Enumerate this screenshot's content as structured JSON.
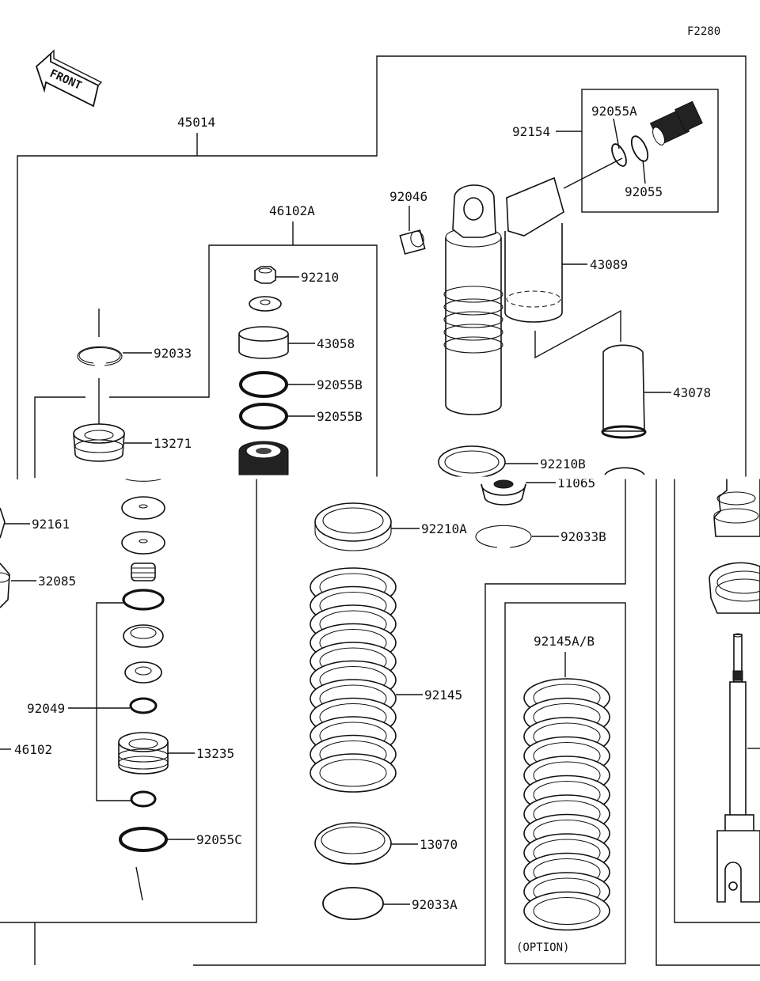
{
  "figure_code": "F2280",
  "front_label": "FRONT",
  "option_label": "(OPTION)",
  "parts": [
    {
      "id": "45014"
    },
    {
      "id": "46102A"
    },
    {
      "id": "92210"
    },
    {
      "id": "43058"
    },
    {
      "id": "92055B"
    },
    {
      "id": "92055B"
    },
    {
      "id": "92033"
    },
    {
      "id": "13271"
    },
    {
      "id": "92154"
    },
    {
      "id": "92055A"
    },
    {
      "id": "92055"
    },
    {
      "id": "92046"
    },
    {
      "id": "43089"
    },
    {
      "id": "43078"
    },
    {
      "id": "92210B"
    },
    {
      "id": "11065"
    },
    {
      "id": "92161"
    },
    {
      "id": "32085"
    },
    {
      "id": "92210A"
    },
    {
      "id": "92033B"
    },
    {
      "id": "92145"
    },
    {
      "id": "92049"
    },
    {
      "id": "46102"
    },
    {
      "id": "13235"
    },
    {
      "id": "92055C"
    },
    {
      "id": "13070"
    },
    {
      "id": "92033A"
    },
    {
      "id": "92145A/B"
    }
  ]
}
